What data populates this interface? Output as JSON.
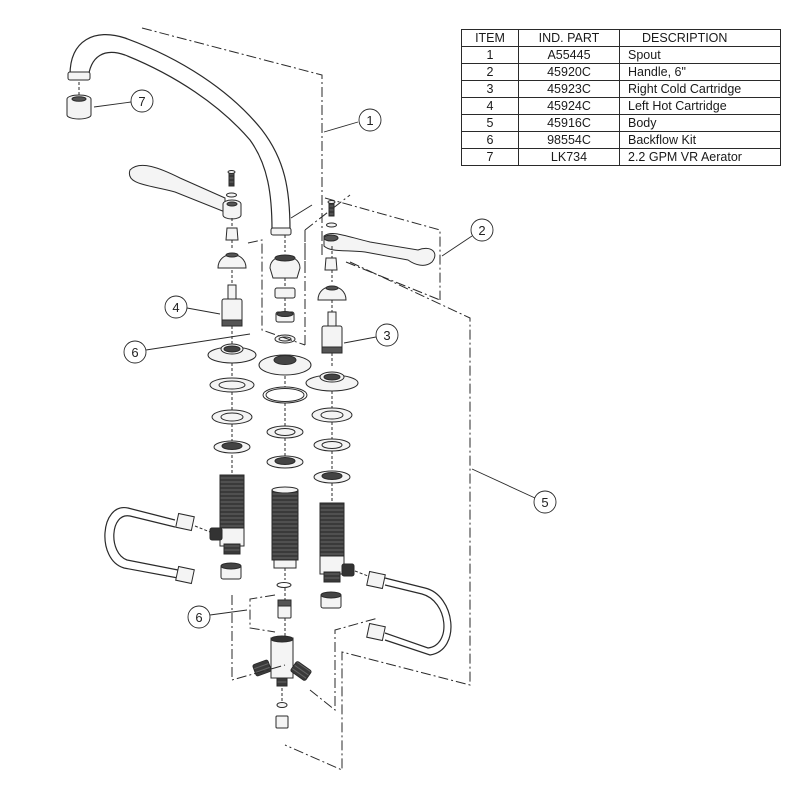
{
  "parts_table": {
    "headers": [
      "ITEM",
      "IND. PART",
      "DESCRIPTION"
    ],
    "rows": [
      {
        "item": "1",
        "part": "A55445",
        "description": "Spout"
      },
      {
        "item": "2",
        "part": "45920C",
        "description": "Handle, 6\""
      },
      {
        "item": "3",
        "part": "45923C",
        "description": "Right Cold Cartridge"
      },
      {
        "item": "4",
        "part": "45924C",
        "description": "Left Hot Cartridge"
      },
      {
        "item": "5",
        "part": "45916C",
        "description": "Body"
      },
      {
        "item": "6",
        "part": "98554C",
        "description": "Backflow Kit"
      },
      {
        "item": "7",
        "part": "LK734",
        "description": "2.2 GPM VR Aerator"
      }
    ]
  },
  "callouts": {
    "spout": "1",
    "handle": "2",
    "right_cold_cartridge": "3",
    "left_hot_cartridge": "4",
    "body": "5",
    "backflow_kit_upper": "6",
    "backflow_kit_lower": "6",
    "aerator": "7"
  },
  "colors": {
    "line": "#2a2a2a",
    "dark_fill": "#3a3a3a",
    "light_fill": "#f4f4f4"
  }
}
